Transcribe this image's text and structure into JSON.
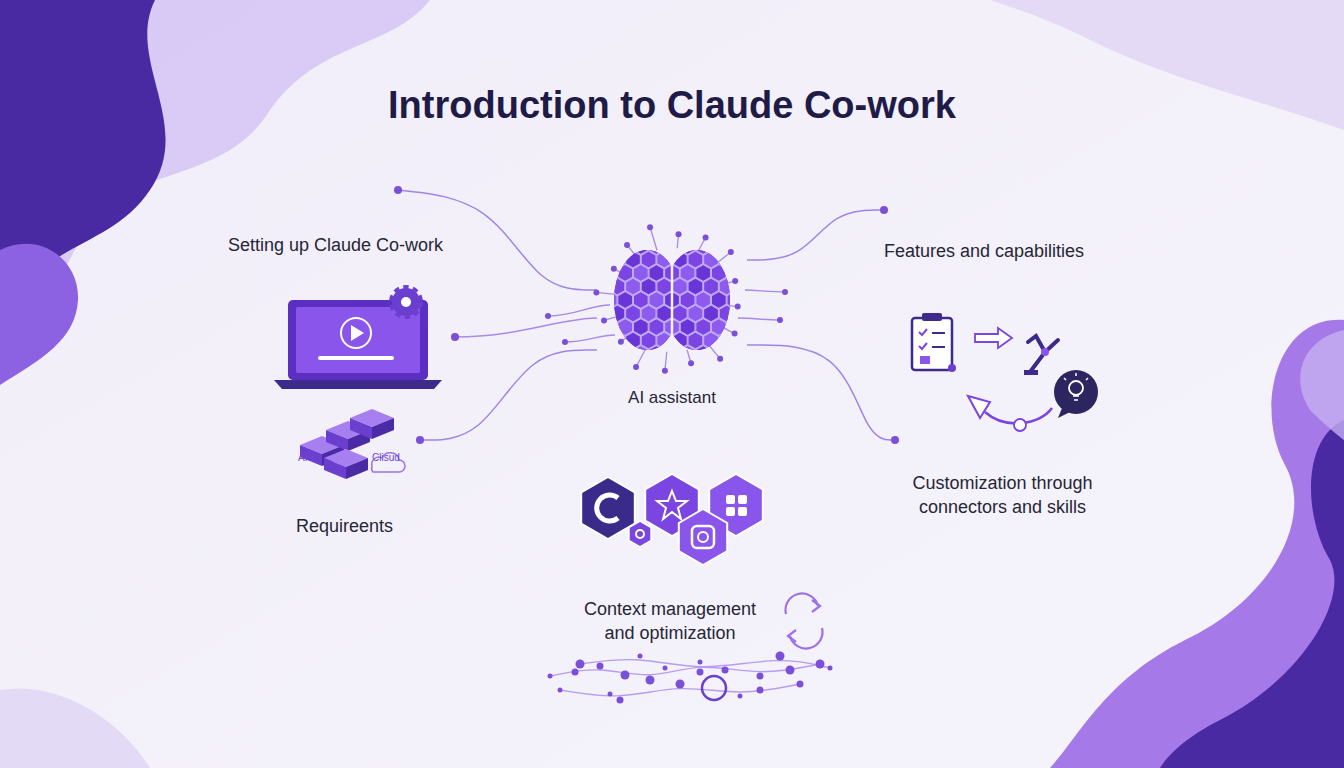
{
  "diagram": {
    "title": "Introduction to Claude Co-work",
    "nodes": [
      {
        "text": [
          "Setting up Claude Co-work"
        ]
      },
      {
        "text": [
          "Features and capabilities"
        ]
      },
      {
        "text": [
          "AI assistant"
        ]
      },
      {
        "text": [
          "Customization through connectors and skills"
        ]
      },
      {
        "text": [
          "Requireents"
        ]
      },
      {
        "text": [
          "Context management and optimization"
        ]
      }
    ],
    "edges": [
      {
        "from": 2,
        "to": 0,
        "arrow": "none"
      },
      {
        "from": 2,
        "to": 1,
        "arrow": "none"
      },
      {
        "from": 2,
        "to": 3,
        "arrow": "none"
      },
      {
        "from": 2,
        "to": 4,
        "arrow": "none"
      }
    ],
    "labels": [
      "API",
      "Clisud"
    ]
  }
}
